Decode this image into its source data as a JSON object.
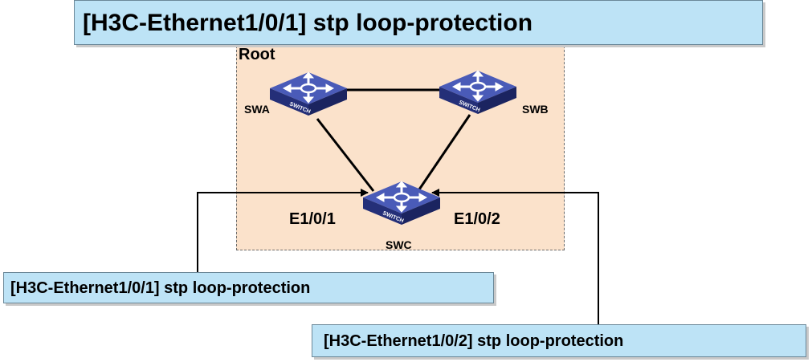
{
  "title_command": "[H3C-Ethernet1/0/1] stp loop-protection",
  "region": {
    "label": "Root"
  },
  "switches": {
    "swa": {
      "name": "SWA",
      "badge": "SWITCH"
    },
    "swb": {
      "name": "SWB",
      "badge": "SWITCH"
    },
    "swc": {
      "name": "SWC",
      "badge": "SWITCH"
    }
  },
  "ports": {
    "e1": "E1/0/1",
    "e2": "E1/0/2"
  },
  "commands": {
    "port1": "[H3C-Ethernet1/0/1] stp loop-protection",
    "port2": "[H3C-Ethernet1/0/2] stp loop-protection"
  },
  "colors": {
    "command_box": "#bde3f6",
    "region_fill": "#fbe2cb",
    "switch_top": "#4a5bb8",
    "switch_side": "#242f78"
  }
}
